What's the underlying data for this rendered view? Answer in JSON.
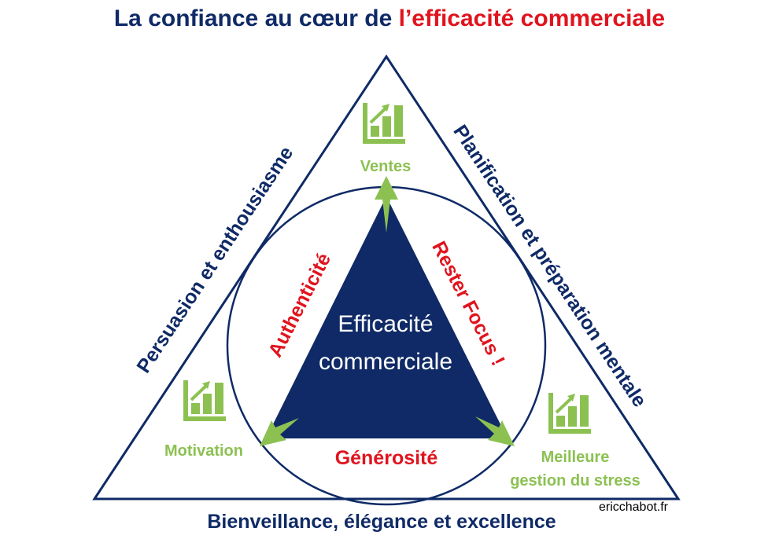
{
  "title": {
    "part1": "La confiance au cœur de ",
    "part2": "l’efficacité commerciale"
  },
  "sides": {
    "left": "Persuasion et enthousiasme",
    "right": "Planification et préparation mentale",
    "bottom": "Bienveillance, élégance et excellence"
  },
  "inner": {
    "center_line1": "Efficacité",
    "center_line2": "commerciale",
    "left": "Authenticité",
    "right": "Rester Focus !",
    "bottom": "Générosité"
  },
  "outcomes": {
    "top": "Ventes",
    "left": "Motivation",
    "right_line1": "Meilleure",
    "right_line2": "gestion du stress"
  },
  "credit": "ericchabot.fr",
  "colors": {
    "navy": "#0f2a66",
    "red": "#e0141e",
    "green": "#8cc152"
  }
}
